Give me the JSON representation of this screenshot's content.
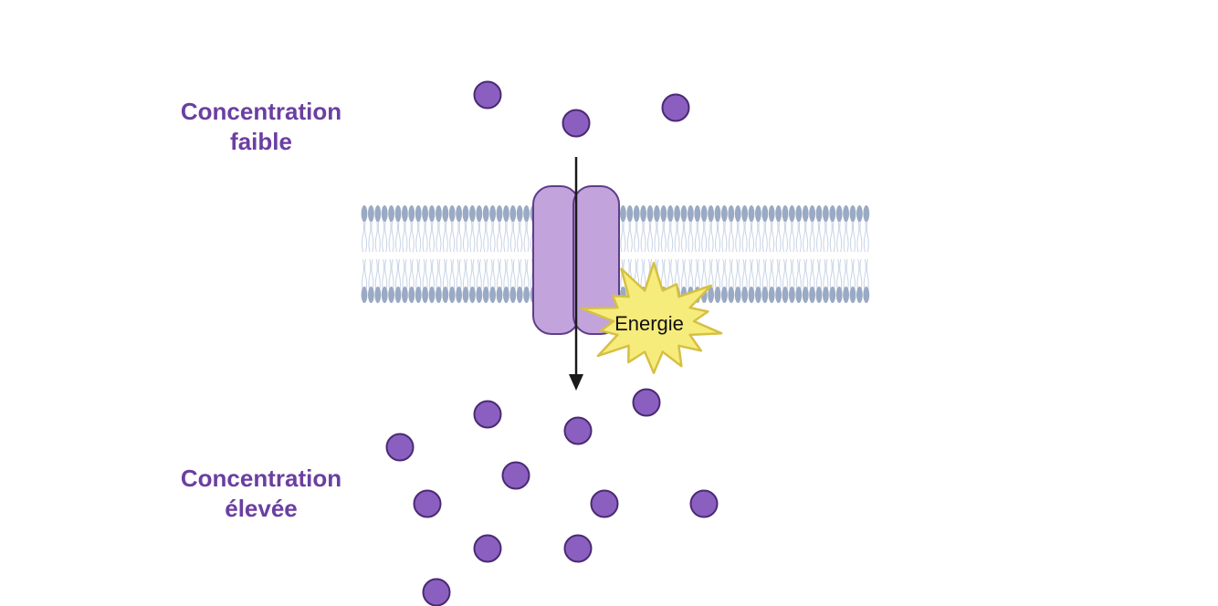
{
  "labels": {
    "low_line1": "Concentration",
    "low_line2": "faible",
    "high_line1": "Concentration",
    "high_line2": "élevée",
    "energy": "Energie"
  },
  "colors": {
    "label_text": "#6b3fa0",
    "particle_fill": "#8b5fbf",
    "particle_stroke": "#4a2a73",
    "channel_fill": "#c2a3dc",
    "channel_stroke": "#5f3e8a",
    "membrane_head": "#9aaac4",
    "membrane_tail": "#c8d4e6",
    "star_fill": "#f6ec7c",
    "star_stroke": "#d6c043",
    "arrow": "#1a1a1a"
  },
  "icons": {
    "membrane": "lipid-bilayer-icon",
    "channel": "transport-protein-icon",
    "energy": "energy-burst-icon",
    "particle": "molecule-dot-icon"
  }
}
